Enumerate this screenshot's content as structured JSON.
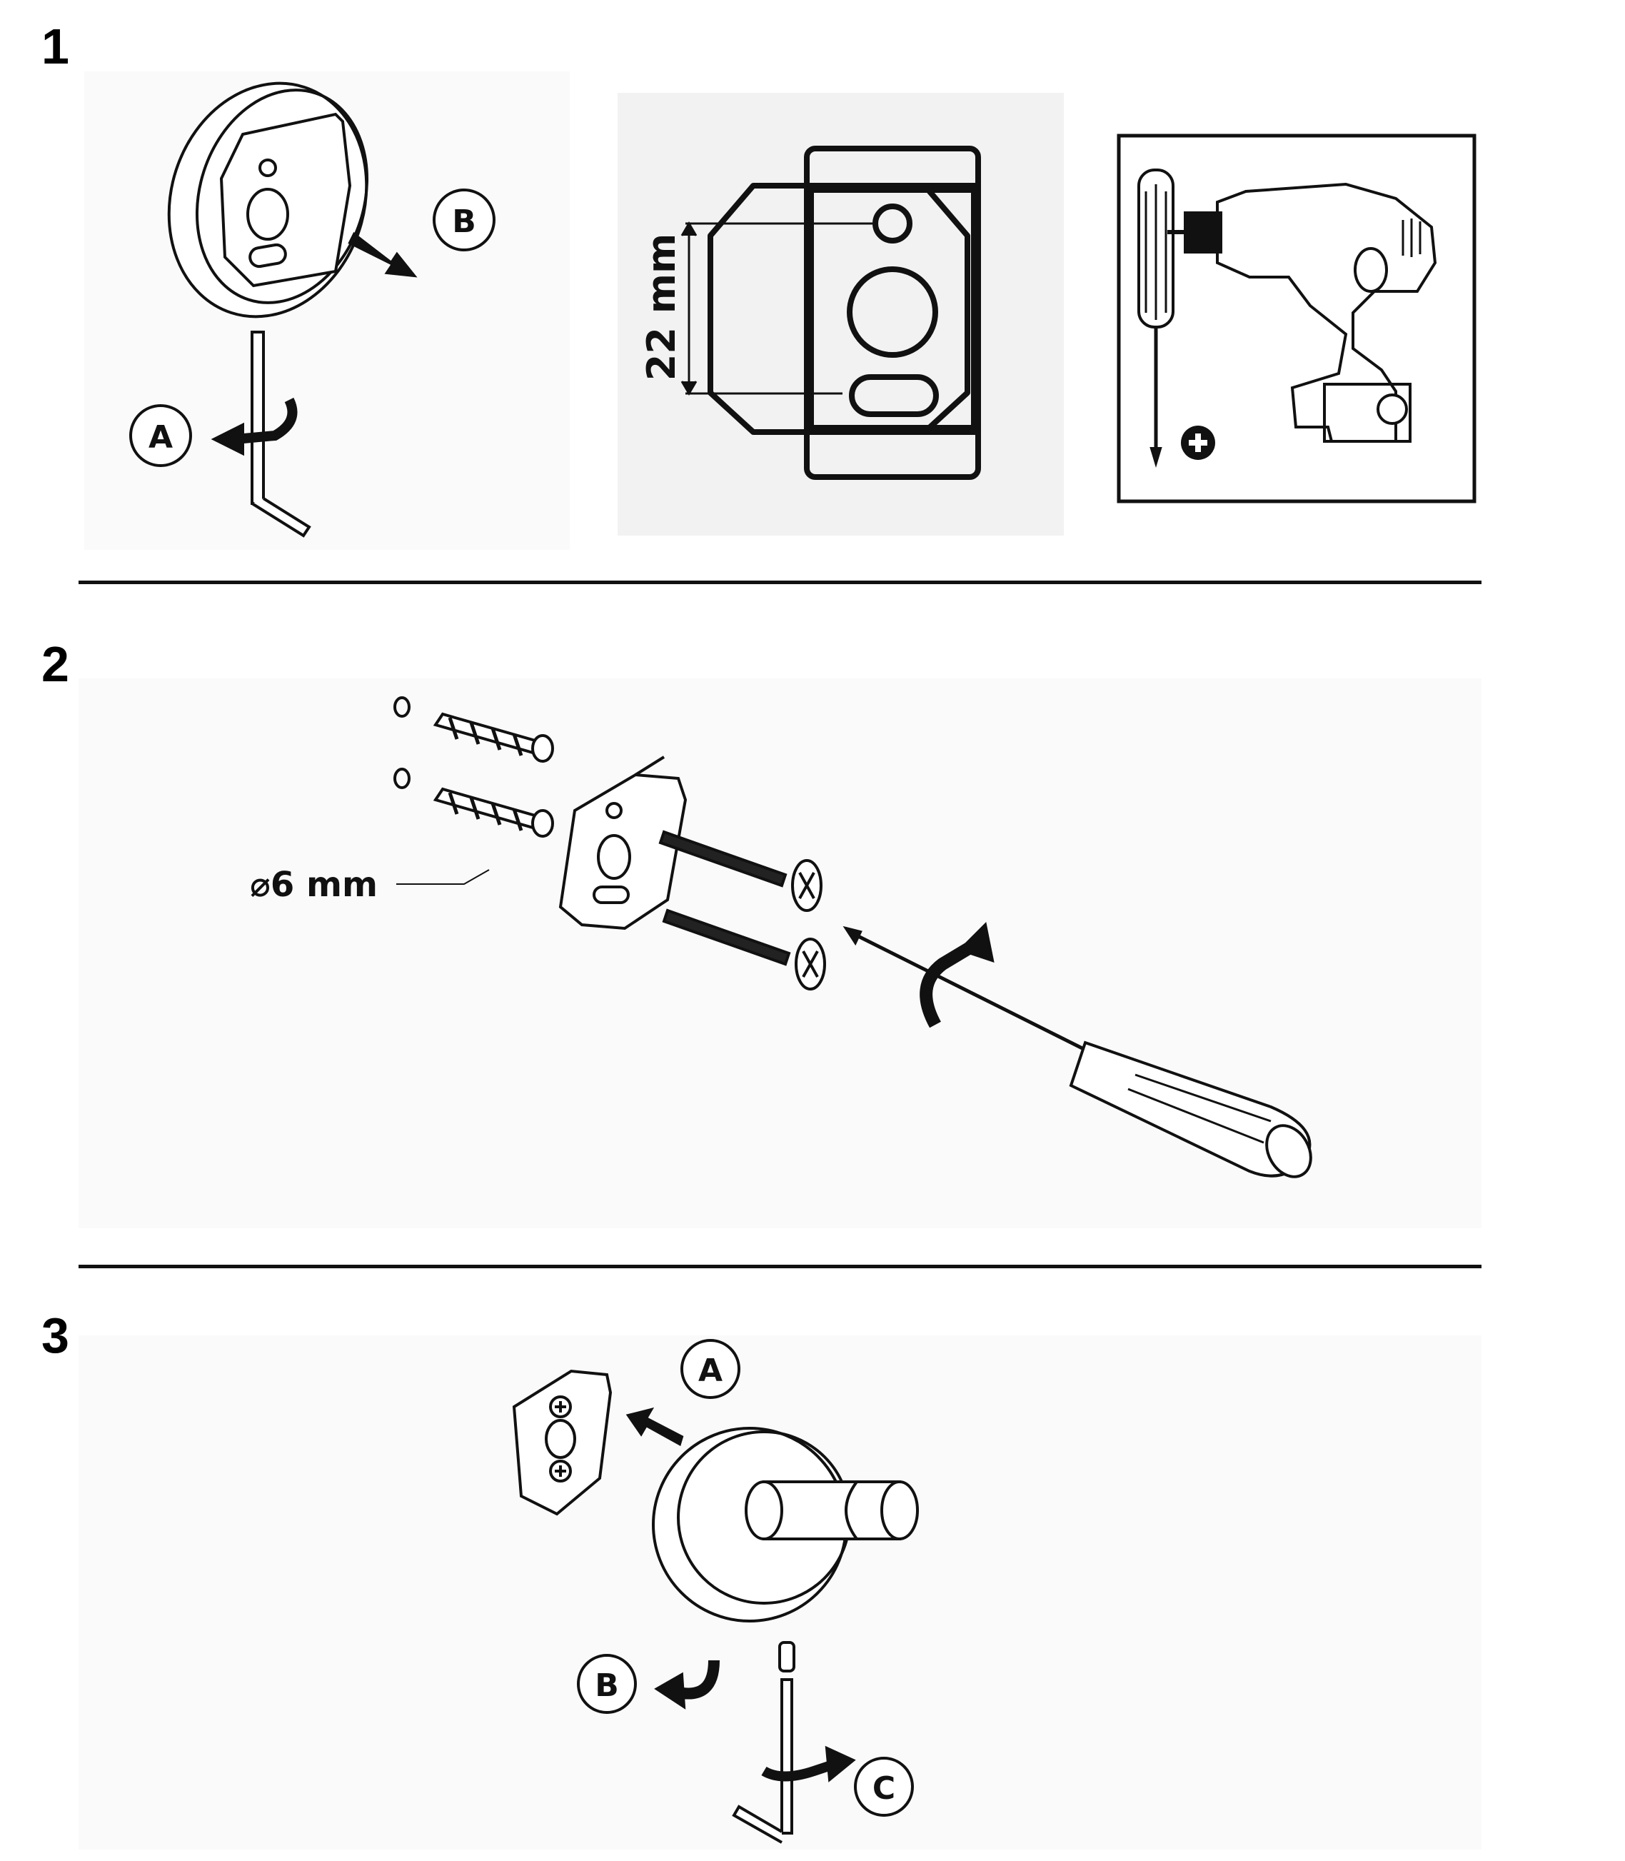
{
  "steps": [
    {
      "number": "1"
    },
    {
      "number": "2"
    },
    {
      "number": "3"
    }
  ],
  "step1": {
    "callout_a": "A",
    "callout_b": "B",
    "dimension_label": "22 mm",
    "tools": [
      "screwdriver-icon",
      "drill-icon",
      "plus-icon"
    ]
  },
  "step2": {
    "diameter_label": "⌀6 mm"
  },
  "step3": {
    "callout_a": "A",
    "callout_b": "B",
    "callout_c": "C"
  },
  "colors": {
    "ink": "#111111",
    "panel": "#f2f2f2",
    "background": "#ffffff"
  }
}
